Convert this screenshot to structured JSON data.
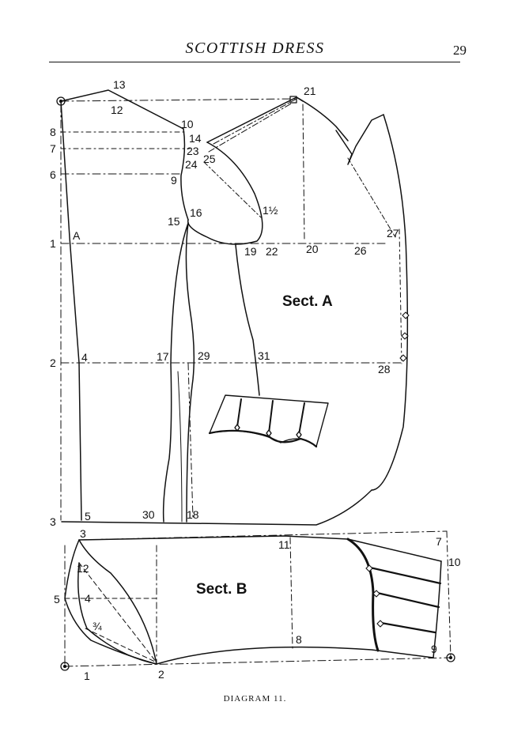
{
  "header": {
    "title": "SCOTTISH DRESS",
    "page_number": "29"
  },
  "caption": "DIAGRAM 11.",
  "sections": {
    "a": "Sect. A",
    "b": "Sect. B"
  },
  "labels_a": {
    "p13": "13",
    "p12": "12",
    "p21": "21",
    "p8": "8",
    "p10": "10",
    "p14": "14",
    "p7": "7",
    "p23": "23",
    "p25": "25",
    "p24": "24",
    "p6": "6",
    "p9": "9",
    "p15": "15",
    "p16": "16",
    "p1half": "1½",
    "p1": "1",
    "pA": "A",
    "p19": "19",
    "p22": "22",
    "p20": "20",
    "p26": "26",
    "p27": "27",
    "p2": "2",
    "p4": "4",
    "p17": "17",
    "p29": "29",
    "p31": "31",
    "p28": "28",
    "p3": "3",
    "p5": "5",
    "p30": "30",
    "p18": "18"
  },
  "labels_b": {
    "p3": "3",
    "p11": "11",
    "p7": "7",
    "p10": "10",
    "p12": "12",
    "p5": "5",
    "p4": "4",
    "p3q": "¾",
    "p8": "8",
    "p9": "9",
    "p1": "1",
    "p2": "2"
  }
}
